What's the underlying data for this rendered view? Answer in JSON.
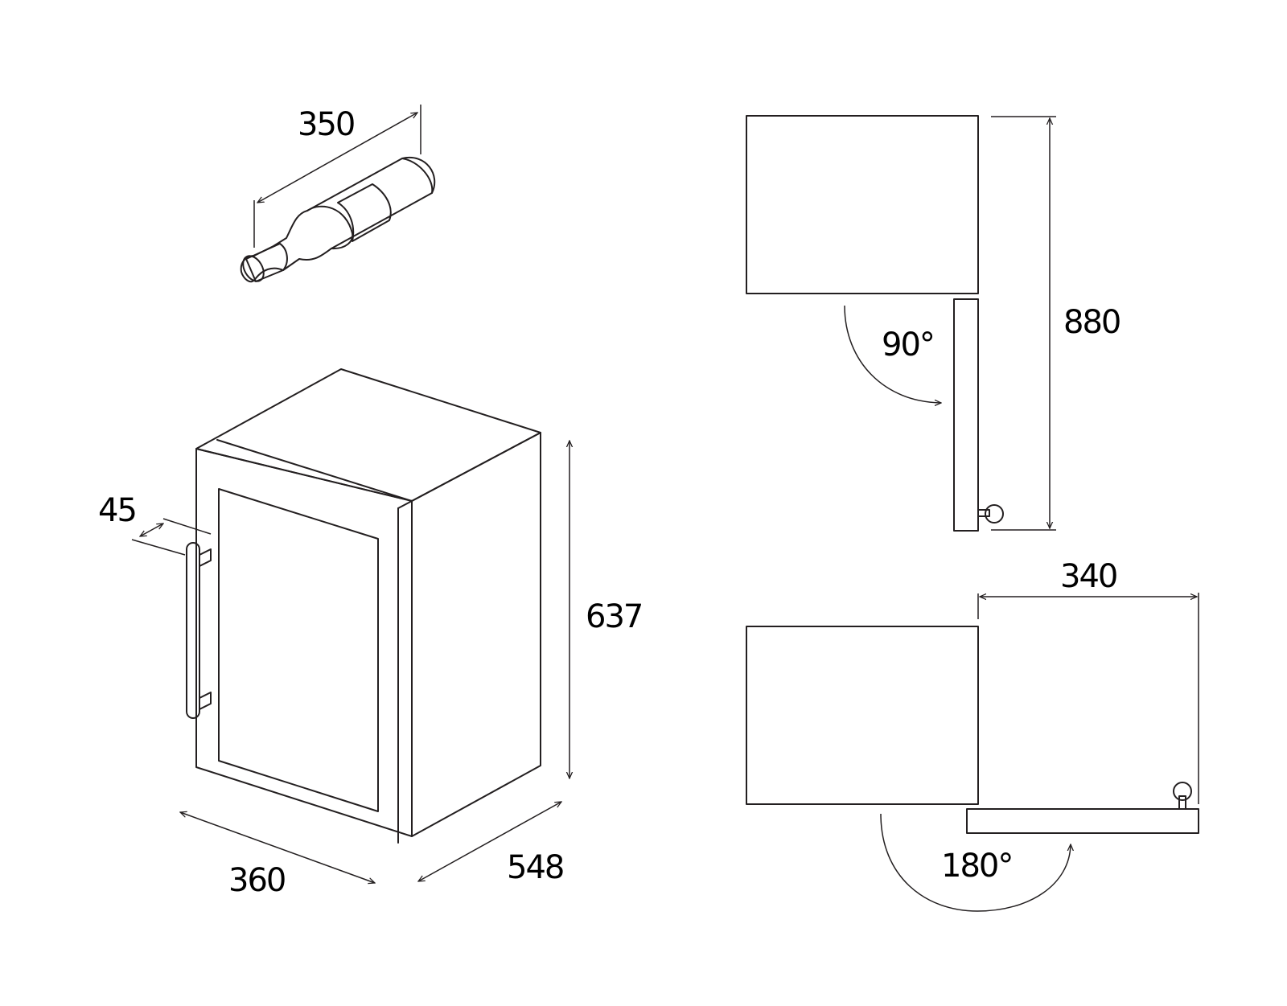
{
  "labels": {
    "bottle_length": "350",
    "handle_depth": "45",
    "height": "637",
    "width": "360",
    "depth": "548",
    "door_open_90_depth": "880",
    "angle_90": "90°",
    "door_open_180_width": "340",
    "angle_180": "180°"
  },
  "colors": {
    "stroke": "#231f20",
    "top_face": "#f2f2f2",
    "side_face": "#d9d9d9",
    "glass": "#d9d9d9",
    "door_frame": "#ffffff",
    "plan_box": "#f2f2f2",
    "bottle": "#d9d9d9",
    "knob": "#cccccc"
  },
  "icons": {
    "bottle": "wine-bottle-icon",
    "cabinet": "wine-cooler-isometric",
    "door_knob": "door-handle-knob-icon"
  }
}
